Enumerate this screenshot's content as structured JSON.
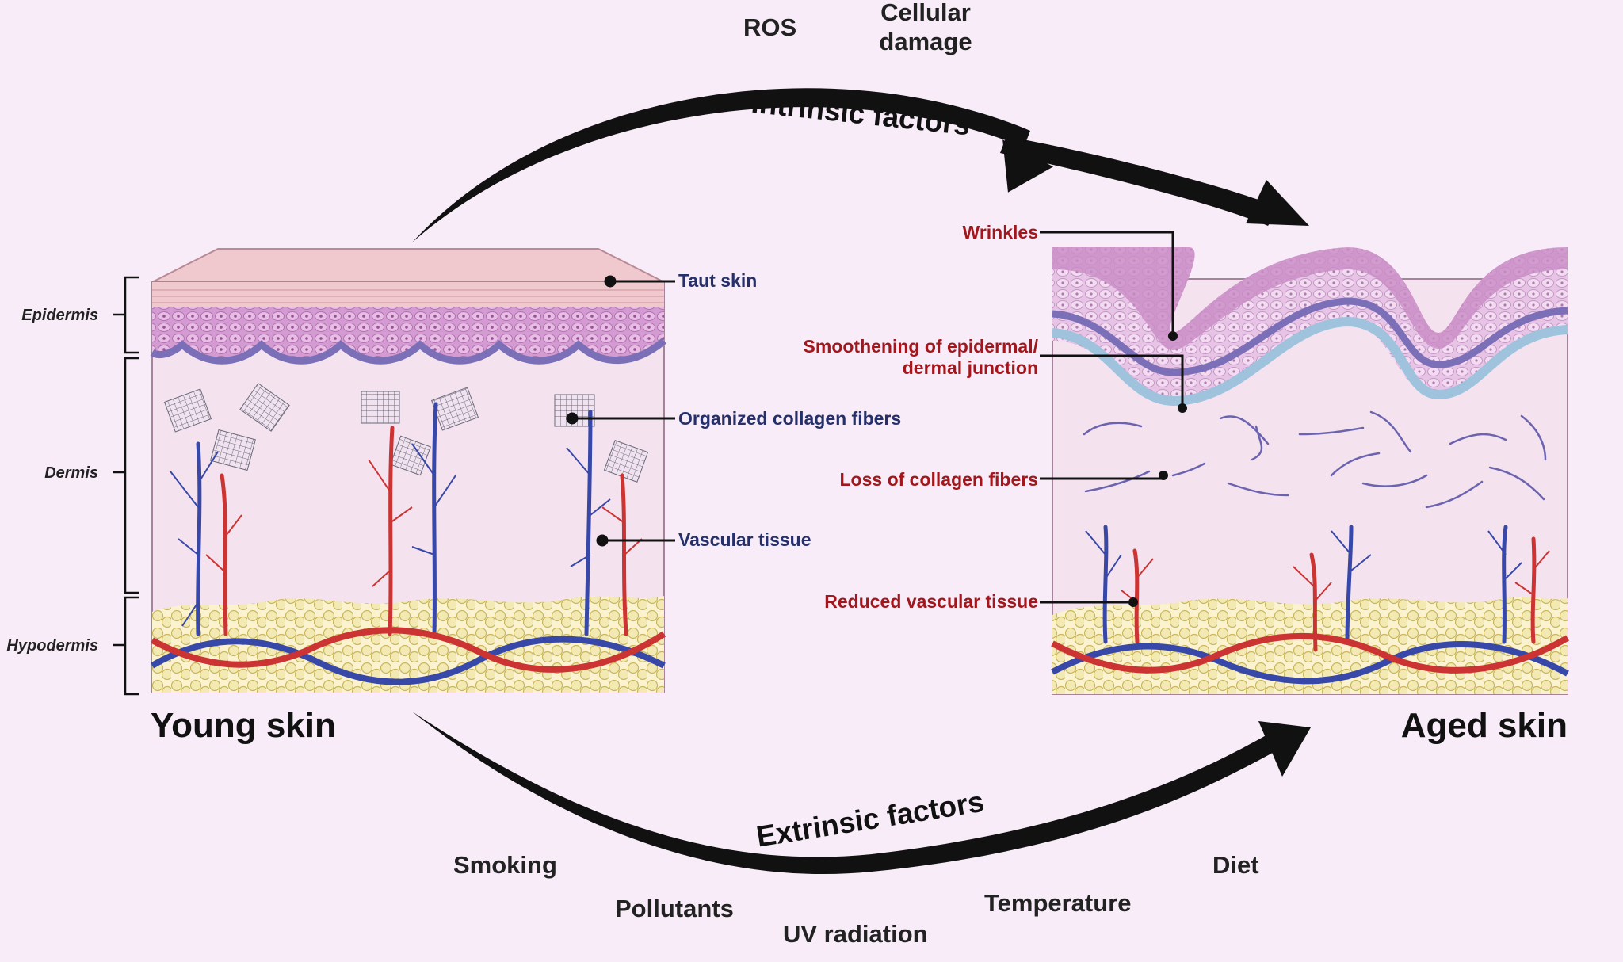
{
  "titles": {
    "young": "Young skin",
    "aged": "Aged skin"
  },
  "arrows": {
    "intrinsic": "Intrinsic factors",
    "extrinsic": "Extrinsic factors"
  },
  "intrinsic_factors": {
    "ros": "ROS",
    "cellular_line1": "Cellular",
    "cellular_line2": "damage"
  },
  "extrinsic_factors": {
    "smoking": "Smoking",
    "pollutants": "Pollutants",
    "uv": "UV radiation",
    "temperature": "Temperature",
    "diet": "Diet"
  },
  "layers": {
    "epidermis": "Epidermis",
    "dermis": "Dermis",
    "hypodermis": "Hypodermis"
  },
  "young_labels": {
    "taut": "Taut skin",
    "collagen": "Organized collagen fibers",
    "vascular": "Vascular tissue"
  },
  "aged_labels": {
    "wrinkles": "Wrinkles",
    "smooth_line1": "Smoothening of epidermal/",
    "smooth_line2": "dermal junction",
    "collagen_loss": "Loss of collagen fibers",
    "vascular_reduced": "Reduced vascular tissue"
  },
  "colors": {
    "background": "#f7ecf8",
    "label_blue": "#25306b",
    "label_red": "#a3161c",
    "artery": "#cc3333",
    "vein": "#3848a8",
    "epidermis": "#c87fc6",
    "fat": "#f3e9b2"
  }
}
